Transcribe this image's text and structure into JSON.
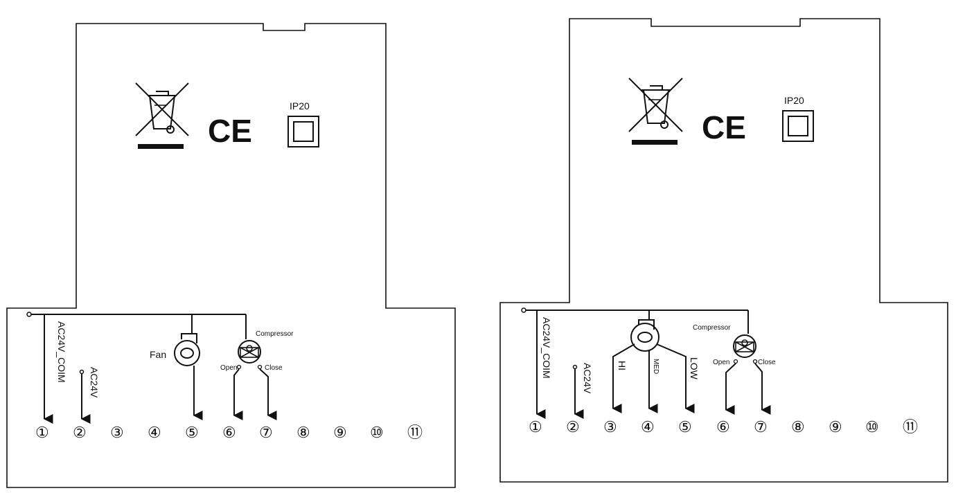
{
  "left": {
    "compliance": {
      "ip_rating": "IP20",
      "ce_mark": "CE"
    },
    "labels": {
      "ac24v_com": "AC24V_COIM",
      "ac24v": "AC24V",
      "fan": "Fan",
      "compressor": "Compressor",
      "open": "Open",
      "close": "Close"
    },
    "terminals": [
      "①",
      "②",
      "③",
      "④",
      "⑤",
      "⑥",
      "⑦",
      "⑧",
      "⑨",
      "⑩",
      "⑪"
    ]
  },
  "right": {
    "compliance": {
      "ip_rating": "IP20",
      "ce_mark": "CE"
    },
    "labels": {
      "ac24v_com": "AC24V_COIM",
      "ac24v": "AC24V",
      "hi": "HI",
      "med": "MED",
      "low": "LOW",
      "compressor": "Compressor",
      "open": "Open",
      "close": "Close"
    },
    "terminals": [
      "①",
      "②",
      "③",
      "④",
      "⑤",
      "⑥",
      "⑦",
      "⑧",
      "⑨",
      "⑩",
      "⑪"
    ]
  },
  "icons": [
    "weee-crossed-bin-icon",
    "ce-mark-icon",
    "ip20-square-icon",
    "blower-fan-icon",
    "valve-motor-icon"
  ]
}
